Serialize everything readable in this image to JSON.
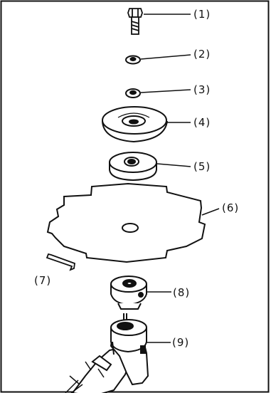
{
  "diagram": {
    "parts": [
      {
        "id": "bolt",
        "label": "(1)"
      },
      {
        "id": "small-washer",
        "label": "(2)"
      },
      {
        "id": "lock-washer",
        "label": "(3)"
      },
      {
        "id": "blade-cover",
        "label": "(4)"
      },
      {
        "id": "upper-holder",
        "label": "(5)"
      },
      {
        "id": "blade",
        "label": "(6)"
      },
      {
        "id": "tool",
        "label": "(7)"
      },
      {
        "id": "lower-holder",
        "label": "(8)"
      },
      {
        "id": "gear-case",
        "label": "(9)"
      }
    ]
  },
  "colors": {
    "line": "#111111",
    "paper": "#ffffff"
  }
}
